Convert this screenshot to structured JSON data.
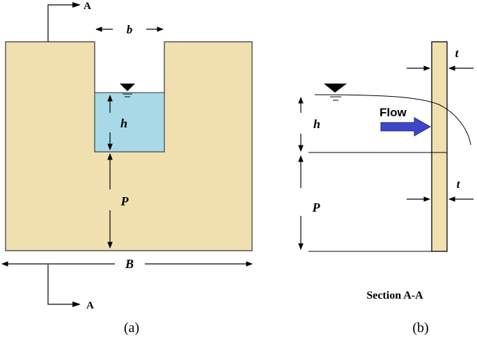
{
  "panel_a": {
    "section_mark_top": "A",
    "section_mark_bottom": "A",
    "notch_width": "b",
    "head": "h",
    "weir_height": "P",
    "total_width": "B",
    "caption": "(a)"
  },
  "panel_b": {
    "thickness_top": "t",
    "thickness_bottom": "t",
    "head": "h",
    "weir_height": "P",
    "flow_label": "Flow",
    "section_title": "Section A-A",
    "caption": "(b)"
  },
  "colors": {
    "weir_fill": "#f0e0b0",
    "water_fill": "#a7d9e6",
    "flow_arrow": "#3b47c4",
    "line": "#000000"
  }
}
